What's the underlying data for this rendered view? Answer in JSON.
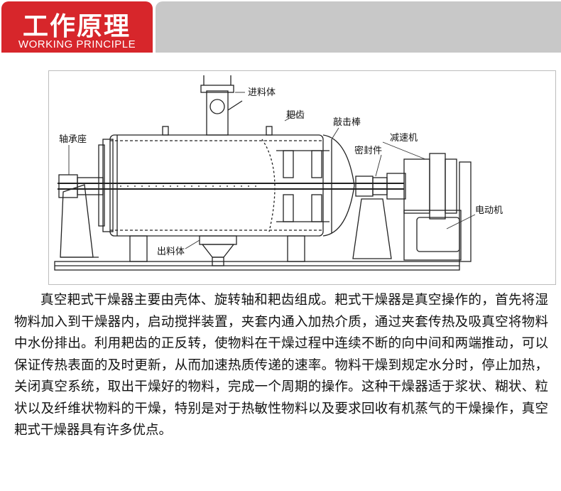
{
  "header": {
    "title_cn": "工作原理",
    "title_en": "WORKING PRINCIPLE",
    "colors": {
      "accent": "#d7262b",
      "bar_gray": "#c8c8c8"
    }
  },
  "diagram": {
    "labels": {
      "feed": "进料体",
      "rake": "耙齿",
      "striker": "敲击棒",
      "bearing": "轴承座",
      "seal": "密封件",
      "reducer": "减速机",
      "motor": "电动机",
      "discharge": "出料体"
    }
  },
  "description": "真空耙式干燥器主要由壳体、旋转轴和耙齿组成。耙式干燥器是真空操作的，首先将湿物料加入到干燥器内，启动搅拌装置，夹套内通入加热介质，通过夹套传热及吸真空将物料中水份排出。利用耙齿的正反转，使物料在干燥过程中连续不断的向中间和两端推动，可以保证传热表面的及时更新，从而加速热质传递的速率。物料干燥到规定水分时，停止加热，关闭真空系统，取出干燥好的物料，完成一个周期的操作。这种干燥器适于浆状、糊状、粒状以及纤维状物料的干燥，特别是对于热敏性物料以及要求回收有机蒸气的干燥操作，真空耙式干燥器具有许多优点。"
}
